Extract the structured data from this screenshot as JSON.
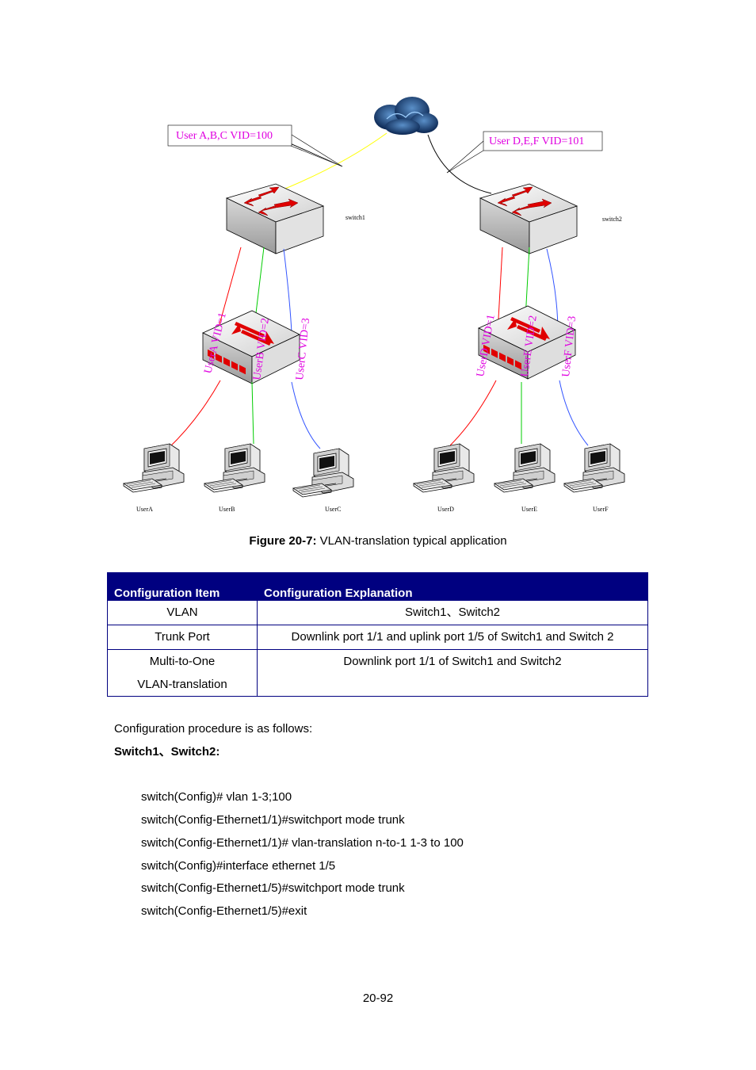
{
  "diagram": {
    "callout_left": "User A,B,C VID=100",
    "callout_right": "User D,E,F VID=101",
    "switch1_label": "switch1",
    "switch2_label": "switch2",
    "vid_labels_left": [
      "UserA VID=1",
      "UserB VID=2",
      "UserC VID=3"
    ],
    "vid_labels_right": [
      "UserD VID=1",
      "UserE VID=2",
      "UserF VID=3"
    ],
    "users": [
      "UserA",
      "UserB",
      "UserC",
      "UserD",
      "UserE",
      "UserF"
    ],
    "line_colors": {
      "red": "#ff0000",
      "green": "#00cc00",
      "blue": "#3355ff",
      "yellow": "#ffff00"
    }
  },
  "caption": {
    "label": "Figure 20-7:",
    "text": " VLAN-translation typical application"
  },
  "table": {
    "headers": [
      "Configuration Item",
      "Configuration Explanation"
    ],
    "rows": [
      {
        "item": "VLAN",
        "explanation": "Switch1、Switch2"
      },
      {
        "item": "Trunk Port",
        "explanation": "Downlink port 1/1 and uplink port 1/5 of Switch1 and Switch 2"
      },
      {
        "item_line1": "Multi-to-One",
        "item_line2": "VLAN-translation",
        "explanation": "Downlink port 1/1 of Switch1 and Switch2"
      }
    ],
    "header_color": "#000080"
  },
  "procedure_intro": "Configuration procedure is as follows:",
  "procedure_heading": "Switch1、Switch2:",
  "code_lines": [
    "switch(Config)# vlan 1-3;100",
    "switch(Config-Ethernet1/1)#switchport mode trunk",
    "switch(Config-Ethernet1/1)# vlan-translation n-to-1 1-3 to 100",
    "switch(Config)#interface ethernet 1/5",
    "switch(Config-Ethernet1/5)#switchport mode trunk",
    "switch(Config-Ethernet1/5)#exit"
  ],
  "page_number": "20-92"
}
